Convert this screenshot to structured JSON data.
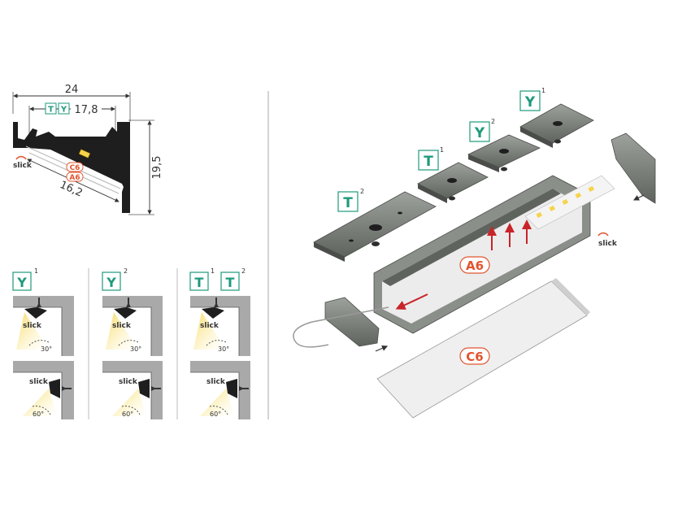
{
  "colors": {
    "accent_green": "#1f9a7c",
    "accent_red": "#e2542e",
    "profile_dark": "#1e1e1e",
    "metal": "#7c807b",
    "wall": "#a9a9a9"
  },
  "cross_section": {
    "width": "24",
    "inner_width": "17,8",
    "height": "19,5",
    "diagonal": "16,2",
    "cover": "C6",
    "strip": "A6",
    "brand": "slick",
    "inner_tags": [
      "T",
      "Y"
    ]
  },
  "mounting_panels": [
    {
      "tags": [
        {
          "letter": "Y",
          "sup": "1"
        }
      ],
      "angle_top": "30°",
      "angle_bottom": "60°",
      "brand": "slick"
    },
    {
      "tags": [
        {
          "letter": "Y",
          "sup": "2"
        }
      ],
      "angle_top": "30°",
      "angle_bottom": "60°",
      "brand": "slick"
    },
    {
      "tags": [
        {
          "letter": "T",
          "sup": "1"
        },
        {
          "letter": "T",
          "sup": "2"
        }
      ],
      "angle_top": "30°",
      "angle_bottom": "60°",
      "brand": "slick"
    }
  ],
  "exploded_view": {
    "clips": [
      {
        "letter": "T",
        "sup": "2"
      },
      {
        "letter": "T",
        "sup": "1"
      },
      {
        "letter": "Y",
        "sup": "2"
      },
      {
        "letter": "Y",
        "sup": "1"
      }
    ],
    "strip_label": "A6",
    "cover_label": "C6",
    "brand": "slick"
  }
}
